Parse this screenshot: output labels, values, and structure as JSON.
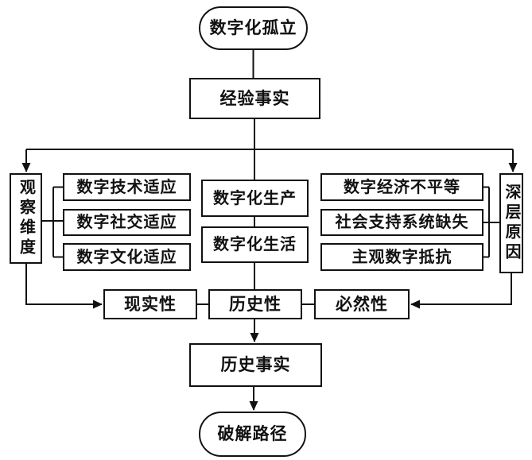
{
  "colors": {
    "line": "#111111",
    "text": "#111111",
    "background": "#ffffff"
  },
  "nodes": {
    "root": "数字化孤立",
    "empirical": "经验事实",
    "observe_dimension": "观察维度",
    "tech_adapt": "数字技术适应",
    "social_adapt": "数字社交适应",
    "culture_adapt": "数字文化适应",
    "digital_production": "数字化生产",
    "digital_life": "数字化生活",
    "econ_inequality": "数字经济不平等",
    "support_system_lack": "社会支持系统缺失",
    "subjective_resistance": "主观数字抵抗",
    "deep_cause": "深层原因",
    "reality": "现实性",
    "historicity": "历史性",
    "necessity": "必然性",
    "historical_fact": "历史事实",
    "solution_path": "破解路径"
  }
}
